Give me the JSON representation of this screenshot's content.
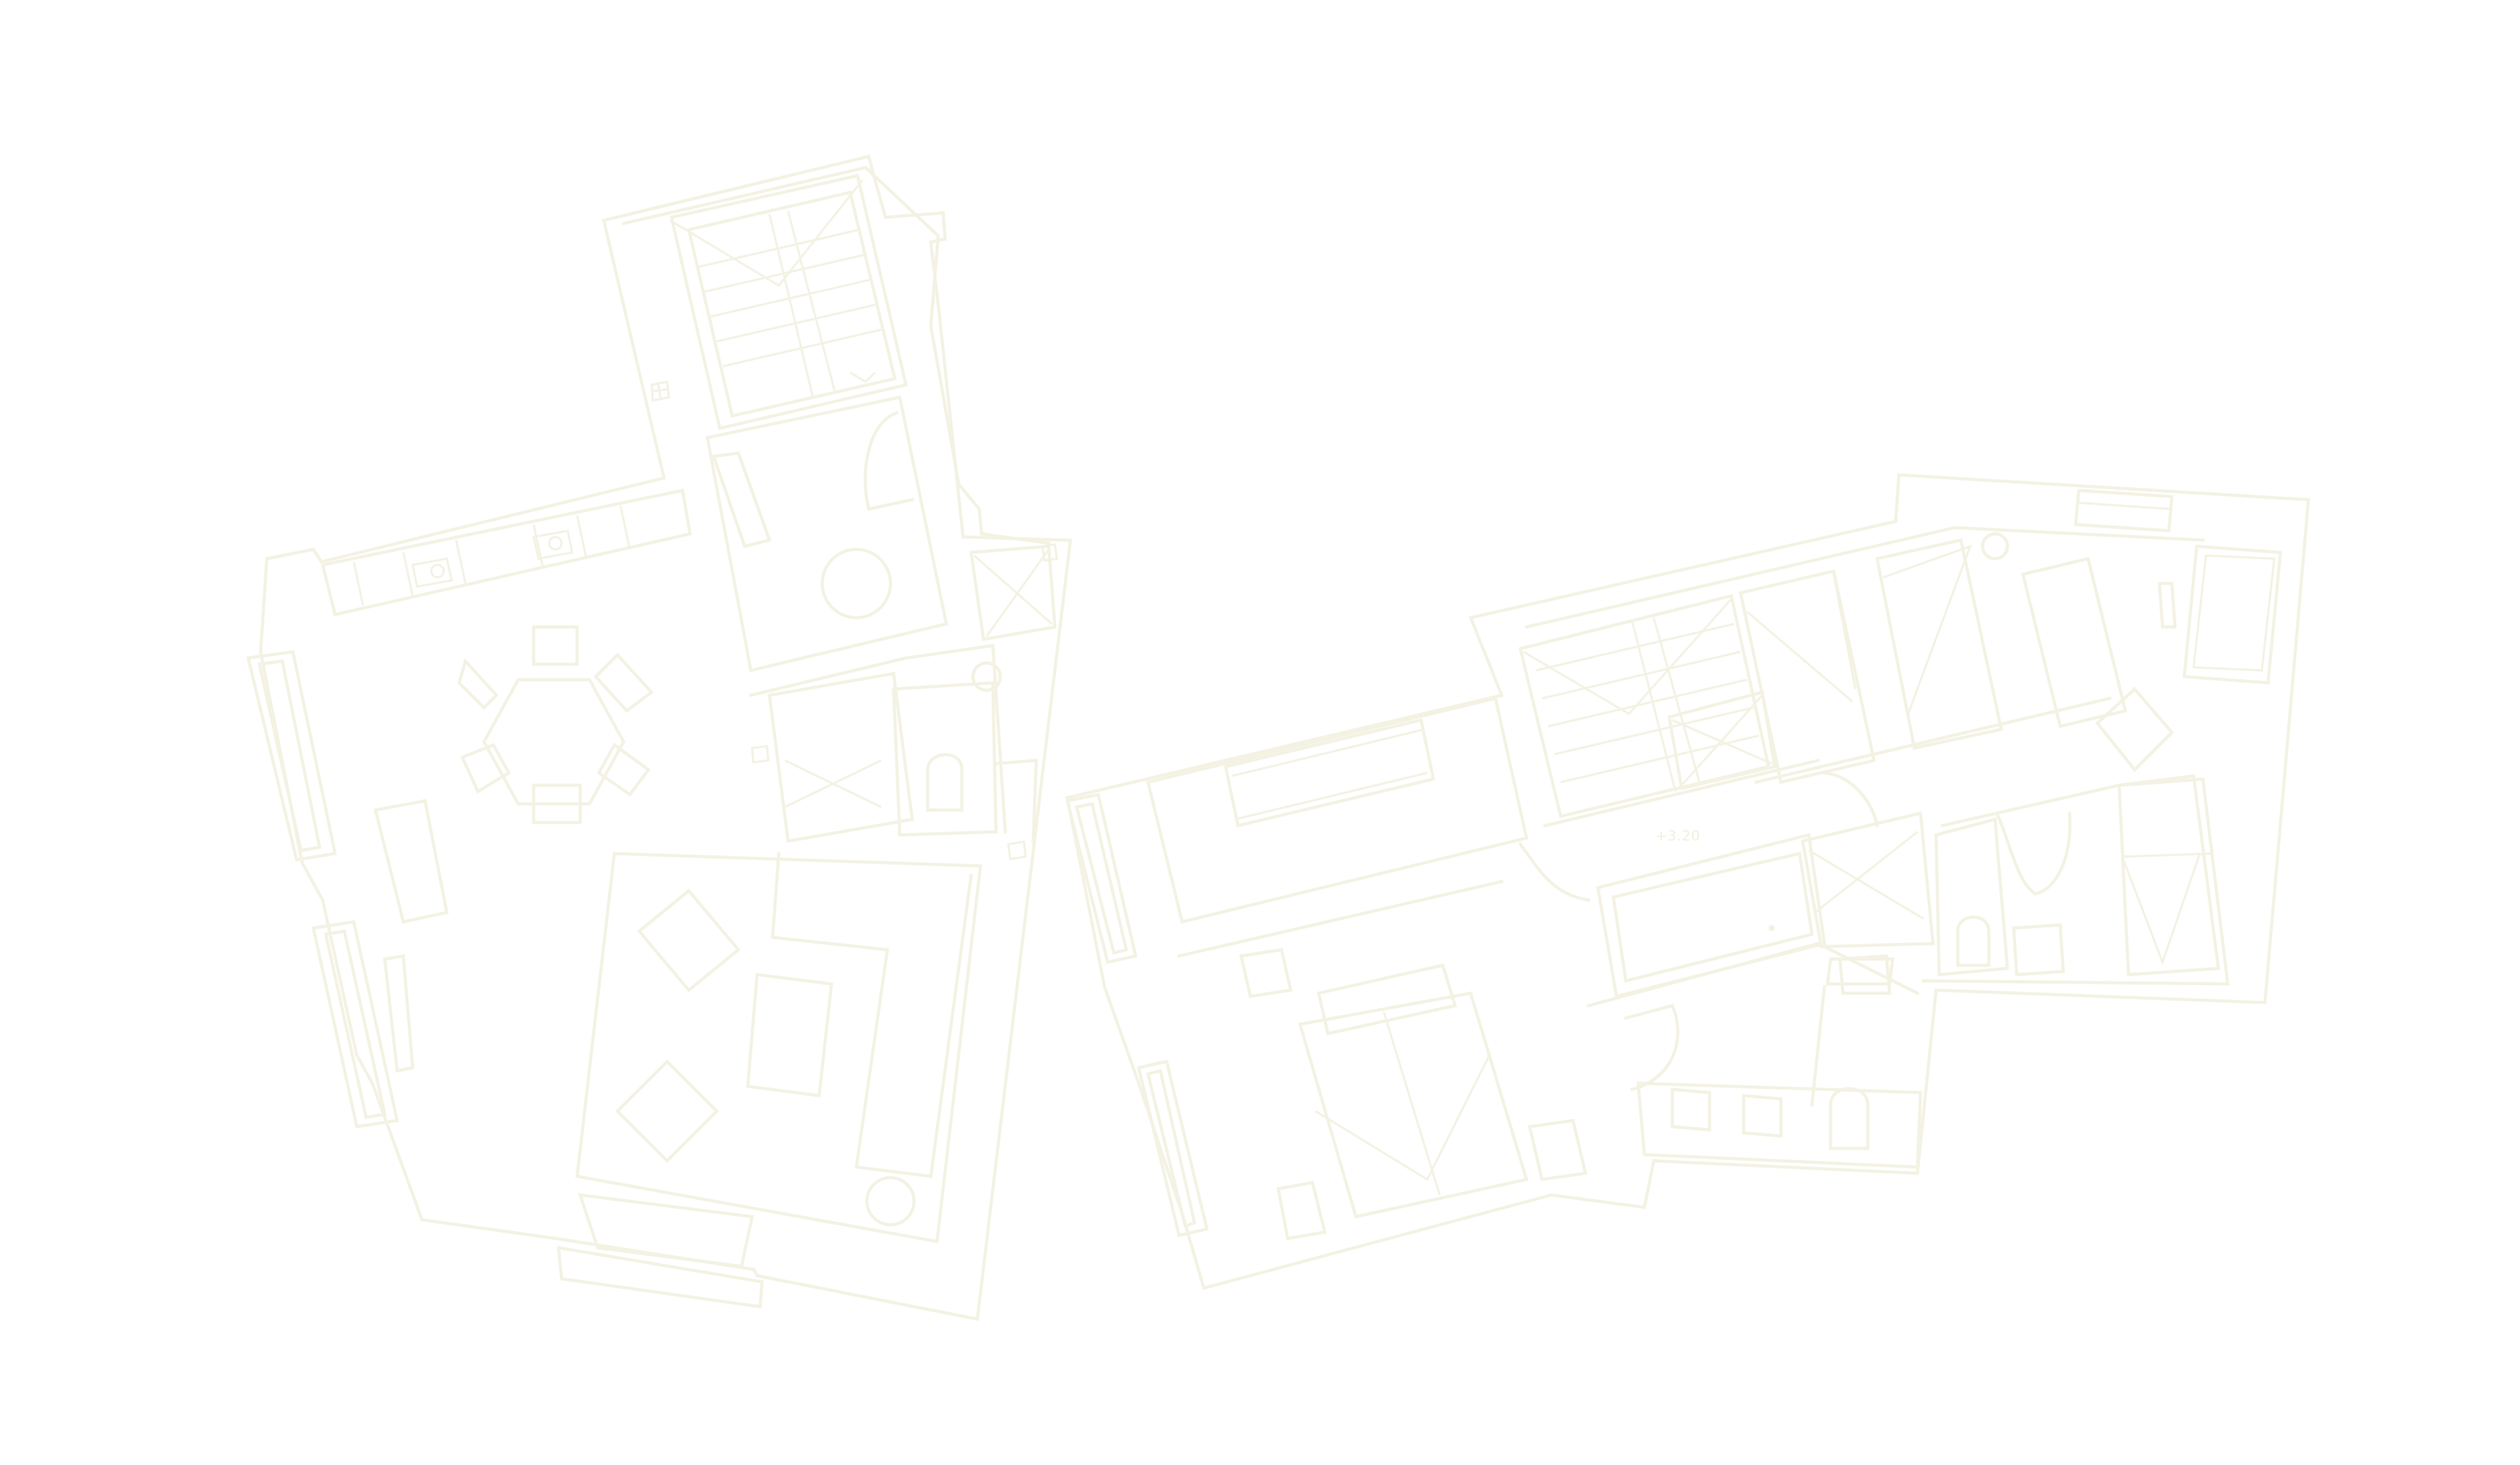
{
  "drawing": {
    "type": "floor-plan",
    "line_color": "#f3f2e3",
    "background_color": "#ffffff",
    "units": [
      "left-apartment",
      "right-apartment"
    ]
  },
  "annotations": {
    "level_label": "+3.20"
  },
  "icons": [
    "stair-flight-icon",
    "dining-table-icon",
    "sofa-icon",
    "bed-icon",
    "bathtub-icon",
    "toilet-icon",
    "sink-icon",
    "wardrobe-icon",
    "door-swing-icon",
    "ventilation-shaft-icon"
  ]
}
